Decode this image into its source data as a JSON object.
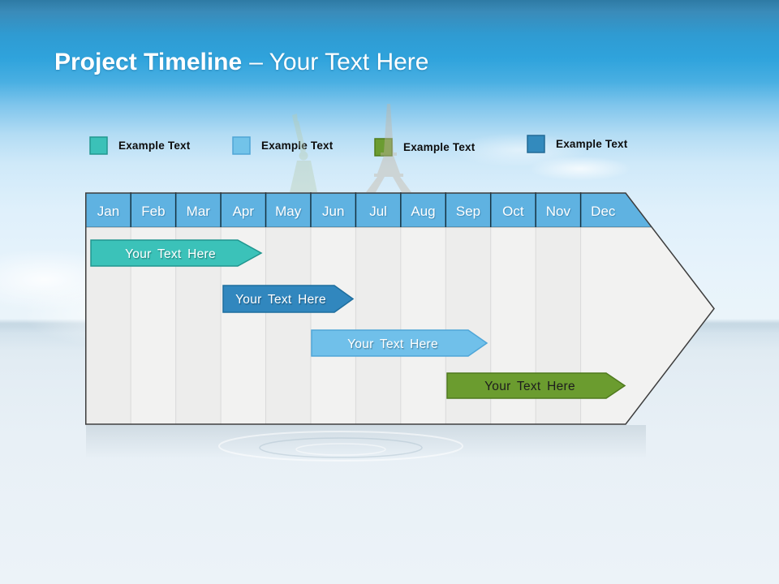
{
  "slide": {
    "title": {
      "bold": "Project Timeline",
      "rest": "– Your Text Here"
    }
  },
  "legend": {
    "items": [
      {
        "label": "Example Text",
        "color": "#3BC1B8"
      },
      {
        "label": "Example Text",
        "color": "#72C3E9"
      },
      {
        "label": "Example Text",
        "color": "#6B9C31"
      },
      {
        "label": "Example Text",
        "color": "#338ABD"
      }
    ]
  },
  "timeline": {
    "header_color": "#5FB2E1",
    "months": [
      "Jan",
      "Feb",
      "Mar",
      "Apr",
      "May",
      "Jun",
      "Jul",
      "Aug",
      "Sep",
      "Oct",
      "Nov",
      "Dec"
    ],
    "bars": [
      {
        "label": "Your Text Here",
        "row": 1,
        "start": "Jan",
        "end": "Mar",
        "color": "#3BC2B9",
        "text_color": "#FFFFFF"
      },
      {
        "label": "Your Text Here",
        "row": 2,
        "start": "Apr",
        "end": "Jun",
        "color": "#3187BE",
        "text_color": "#FFFFFF"
      },
      {
        "label": "Your Text Here",
        "row": 3,
        "start": "Jun",
        "end": "Sep",
        "color": "#70C0EA",
        "text_color": "#FFFFFF"
      },
      {
        "label": "Your Text Here",
        "row": 4,
        "start": "Oct",
        "end": "Dec",
        "color": "#6B9C2F",
        "text_color": "#1D1D1D"
      }
    ]
  }
}
